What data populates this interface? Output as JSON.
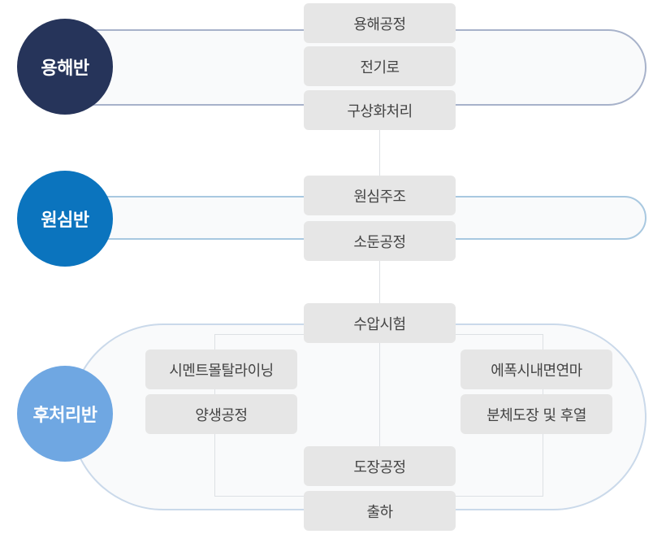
{
  "colors": {
    "circle_1": "#26345a",
    "circle_2": "#0b74be",
    "circle_3": "#6fa7e2",
    "box": "#e6e6e6",
    "box_text": "#444444"
  },
  "groups": {
    "g1": {
      "label": "용해반",
      "steps": [
        "용해공정",
        "전기로",
        "구상화처리"
      ]
    },
    "g2": {
      "label": "원심반",
      "steps": [
        "원심주조",
        "소둔공정"
      ]
    },
    "g3": {
      "label": "후처리반",
      "center_steps": [
        "수압시험",
        "도장공정",
        "출하"
      ],
      "left_steps": [
        "시멘트몰탈라이닝",
        "양생공정"
      ],
      "right_steps": [
        "에폭시내면연마",
        "분체도장 및 후열"
      ]
    }
  }
}
